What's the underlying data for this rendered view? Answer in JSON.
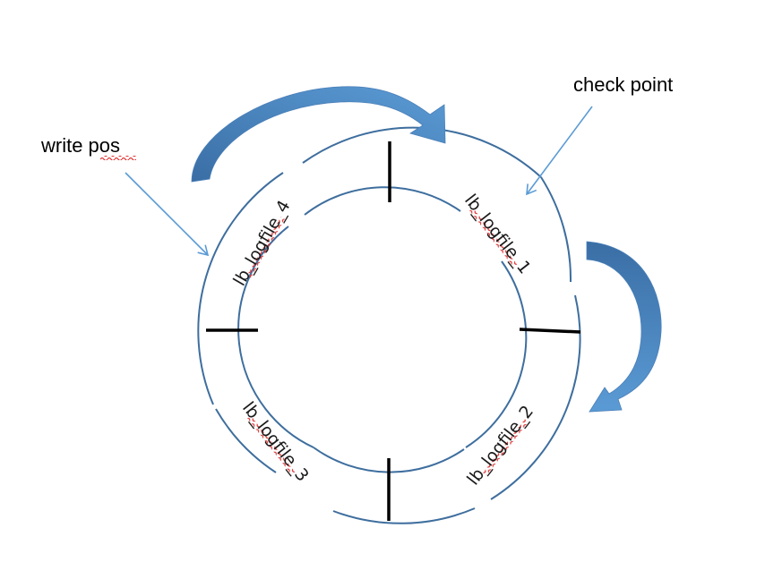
{
  "diagram": {
    "title": "",
    "annotations": {
      "write_pos": "write pos",
      "check_point": "check point"
    },
    "segments": [
      {
        "id": "seg-1",
        "label": "lb_logfile_1",
        "position": "top-right"
      },
      {
        "id": "seg-2",
        "label": "lb_logfile_2",
        "position": "bottom-right"
      },
      {
        "id": "seg-3",
        "label": "lb_logfile_3",
        "position": "bottom-left"
      },
      {
        "id": "seg-4",
        "label": "lb_logfile_4",
        "position": "top-left"
      }
    ],
    "colors": {
      "ring_stroke": "#3e6e9e",
      "divider": "#000000",
      "pointer_arrow": "#5b9bd5",
      "curved_arrow_dark": "#3f74ad",
      "curved_arrow_light": "#5b9bd5",
      "spellcheck_squiggle": "#e03030"
    },
    "flow_direction": "clockwise"
  }
}
